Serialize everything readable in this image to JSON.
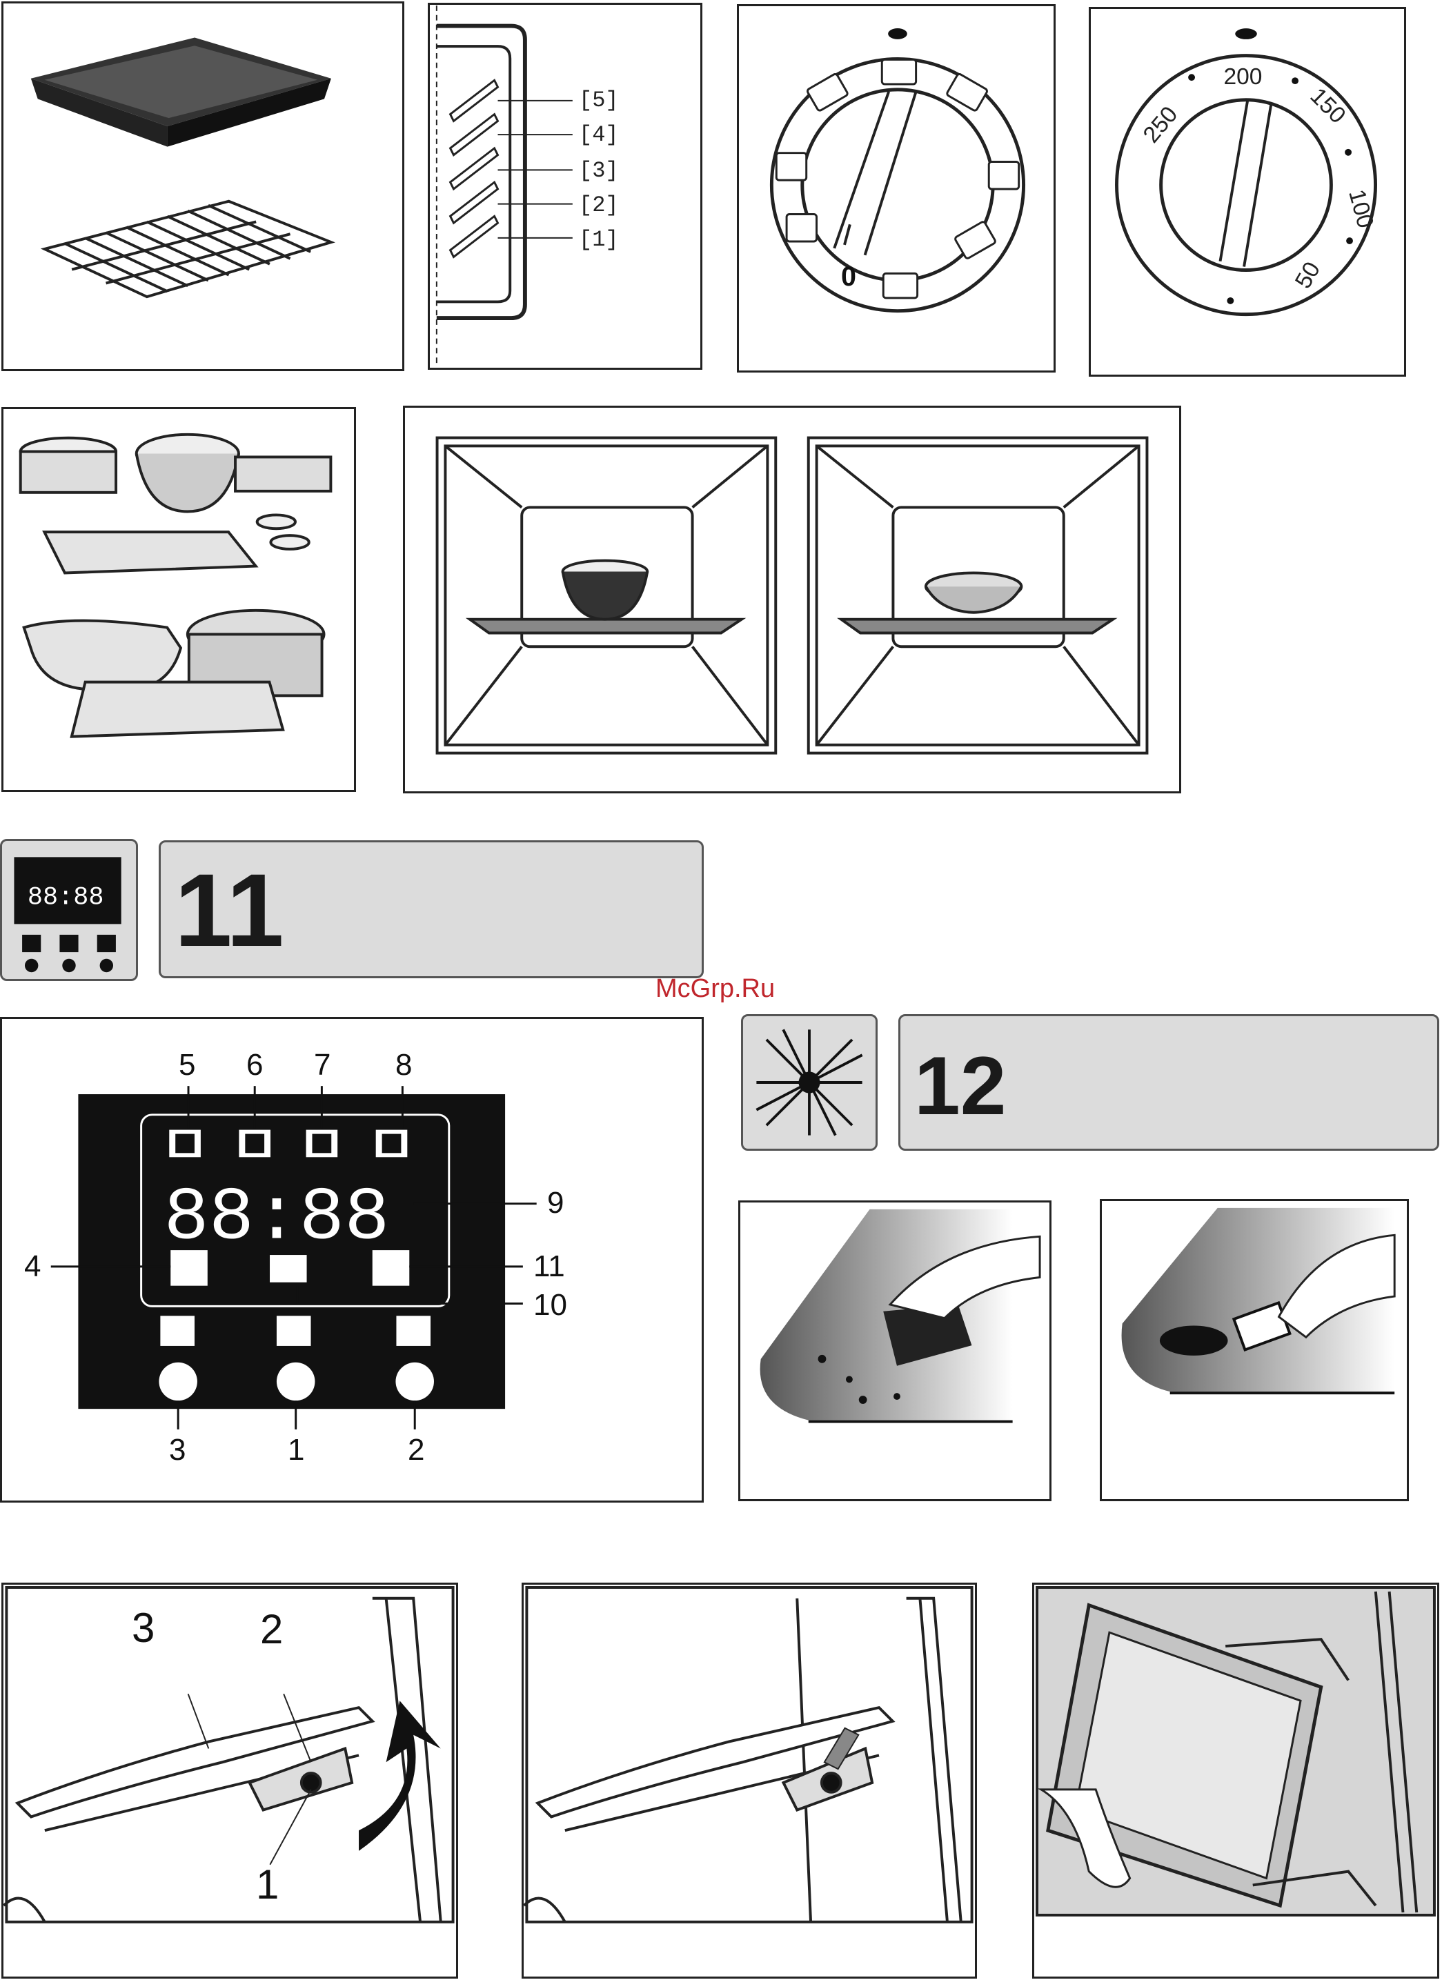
{
  "shelf_levels": [
    "[5]",
    "[4]",
    "[3]",
    "[2]",
    "[1]"
  ],
  "function_dial": {
    "zero_label": "0"
  },
  "temperature_dial": {
    "marks": [
      "250",
      "200",
      "150",
      "100",
      "50"
    ]
  },
  "section_11": {
    "number": "11"
  },
  "section_12": {
    "number": "12"
  },
  "watermark": "McGrp.Ru",
  "display_panel": {
    "digits": "88:88",
    "callouts": {
      "c1": "1",
      "c2": "2",
      "c3": "3",
      "c4": "4",
      "c5": "5",
      "c6": "6",
      "c7": "7",
      "c8": "8",
      "c9": "9",
      "c10": "10",
      "c11": "11"
    }
  },
  "hinge_callouts": {
    "c1": "1",
    "c2": "2",
    "c3": "3"
  }
}
